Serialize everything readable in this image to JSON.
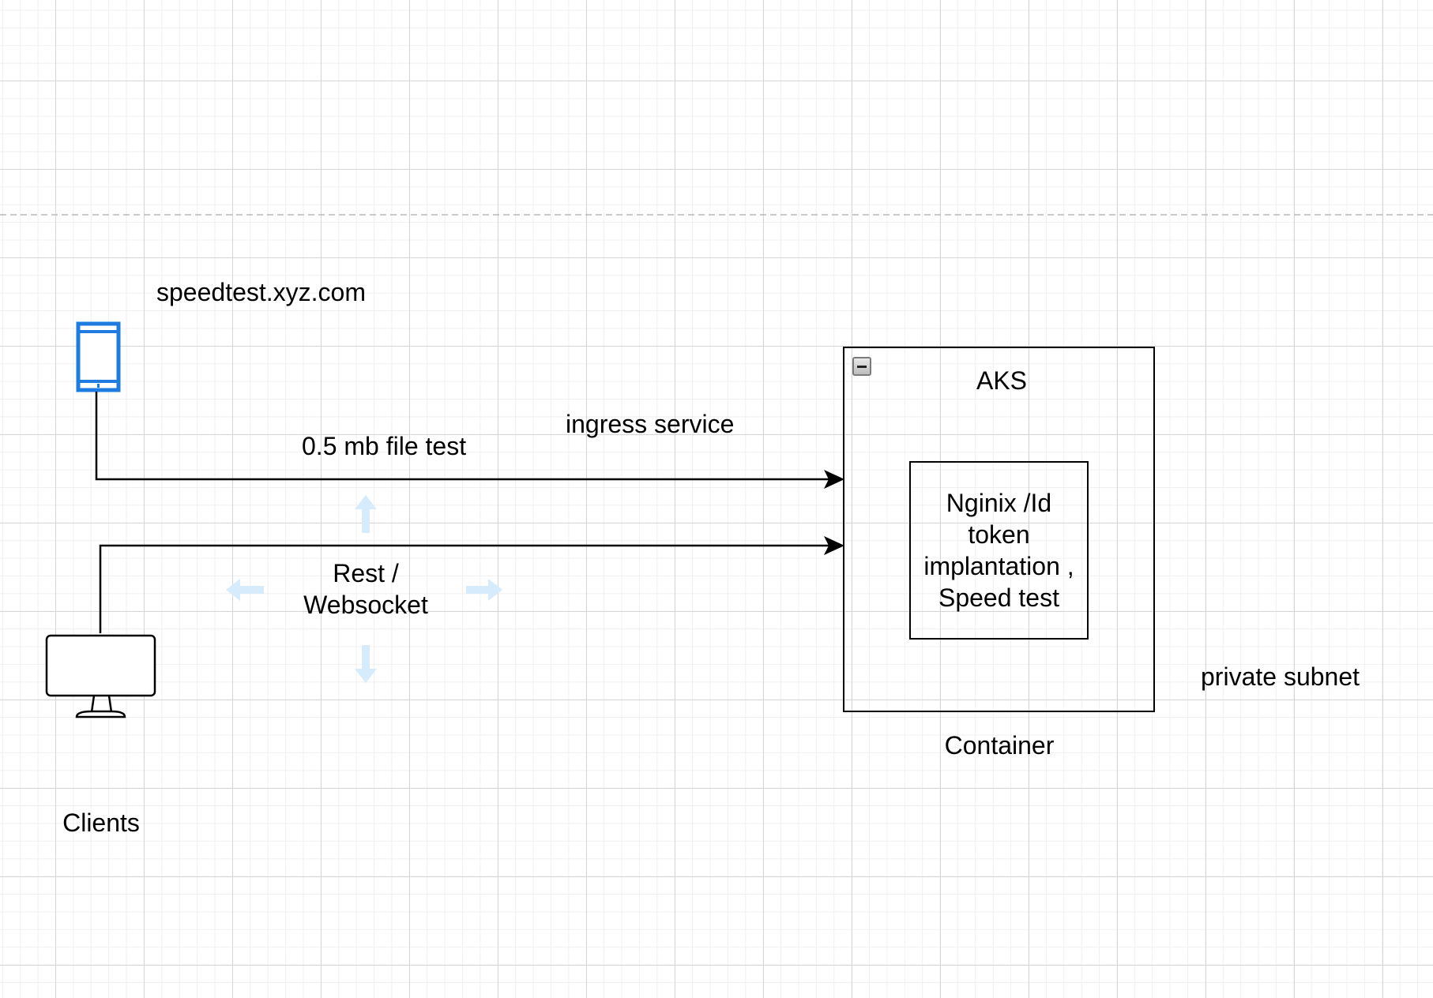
{
  "labels": {
    "domain": "speedtest.xyz.com",
    "file_test": "0.5 mb file test",
    "ingress": "ingress service",
    "rest_ws": "Rest /\nWebsocket",
    "clients": "Clients",
    "aks": "AKS",
    "inner": "Nginix /Id\ntoken\nimplantation ,\nSpeed test",
    "container": "Container",
    "subnet": "private subnet"
  },
  "icons": {
    "phone": "mobile-phone-icon",
    "monitor": "desktop-monitor-icon"
  },
  "colors": {
    "phone": "#1e7be0",
    "move_arrows": "#d6ebfb",
    "lines": "#000000",
    "grid_major": "#d6d6d6",
    "grid_minor": "#f0f0f0"
  }
}
